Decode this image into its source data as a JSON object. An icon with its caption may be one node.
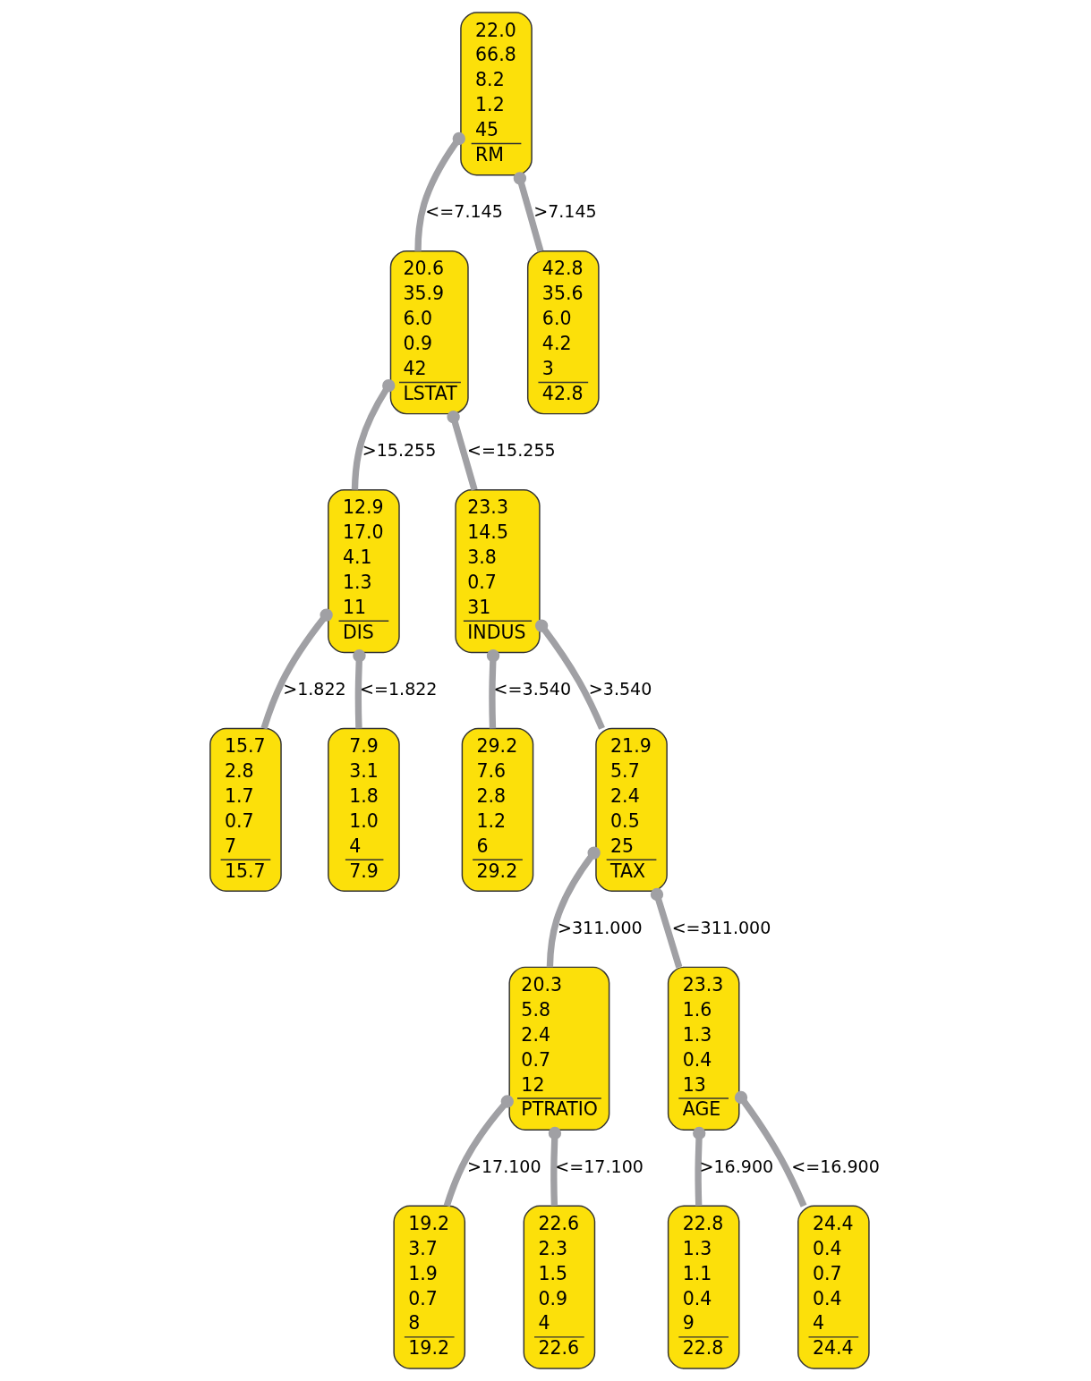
{
  "diagram": {
    "nodes": [
      {
        "text": [
          "22.0",
          "66.8",
          "8.2",
          "1.2",
          "45",
          "RM"
        ]
      },
      {
        "text": [
          "20.6",
          "35.9",
          "6.0",
          "0.9",
          "42",
          "LSTAT"
        ]
      },
      {
        "text": [
          "42.8",
          "35.6",
          "6.0",
          "4.2",
          "3",
          "42.8"
        ]
      },
      {
        "text": [
          "12.9",
          "17.0",
          "4.1",
          "1.3",
          "11",
          "DIS"
        ]
      },
      {
        "text": [
          "23.3",
          "14.5",
          "3.8",
          "0.7",
          "31",
          "INDUS"
        ]
      },
      {
        "text": [
          "15.7",
          "2.8",
          "1.7",
          "0.7",
          "7",
          "15.7"
        ]
      },
      {
        "text": [
          "7.9",
          "3.1",
          "1.8",
          "1.0",
          "4",
          "7.9"
        ]
      },
      {
        "text": [
          "29.2",
          "7.6",
          "2.8",
          "1.2",
          "6",
          "29.2"
        ]
      },
      {
        "text": [
          "21.9",
          "5.7",
          "2.4",
          "0.5",
          "25",
          "TAX"
        ]
      },
      {
        "text": [
          "20.3",
          "5.8",
          "2.4",
          "0.7",
          "12",
          "PTRATIO"
        ]
      },
      {
        "text": [
          "23.3",
          "1.6",
          "1.3",
          "0.4",
          "13",
          "AGE"
        ]
      },
      {
        "text": [
          "19.2",
          "3.7",
          "1.9",
          "0.7",
          "8",
          "19.2"
        ]
      },
      {
        "text": [
          "22.6",
          "2.3",
          "1.5",
          "0.9",
          "4",
          "22.6"
        ]
      },
      {
        "text": [
          "22.8",
          "1.3",
          "1.1",
          "0.4",
          "9",
          "22.8"
        ]
      },
      {
        "text": [
          "24.4",
          "0.4",
          "0.7",
          "0.4",
          "4",
          "24.4"
        ]
      }
    ],
    "edges": [
      {
        "from": 0,
        "to": 1,
        "arrow": "other",
        "label": "<=7.145"
      },
      {
        "from": 0,
        "to": 2,
        "arrow": "other",
        "label": ">7.145"
      },
      {
        "from": 1,
        "to": 3,
        "arrow": "other",
        "label": ">15.255"
      },
      {
        "from": 1,
        "to": 4,
        "arrow": "other",
        "label": "<=15.255"
      },
      {
        "from": 3,
        "to": 5,
        "arrow": "other",
        "label": ">1.822"
      },
      {
        "from": 3,
        "to": 6,
        "arrow": "other",
        "label": "<=1.822"
      },
      {
        "from": 4,
        "to": 7,
        "arrow": "other",
        "label": "<=3.540"
      },
      {
        "from": 4,
        "to": 8,
        "arrow": "other",
        "label": ">3.540"
      },
      {
        "from": 8,
        "to": 9,
        "arrow": "other",
        "label": ">311.000"
      },
      {
        "from": 8,
        "to": 10,
        "arrow": "other",
        "label": "<=311.000"
      },
      {
        "from": 9,
        "to": 11,
        "arrow": "other",
        "label": ">17.100"
      },
      {
        "from": 9,
        "to": 12,
        "arrow": "other",
        "label": "<=17.100"
      },
      {
        "from": 10,
        "to": 13,
        "arrow": "other",
        "label": ">16.900"
      },
      {
        "from": 10,
        "to": 14,
        "arrow": "other",
        "label": "<=16.900"
      }
    ]
  }
}
